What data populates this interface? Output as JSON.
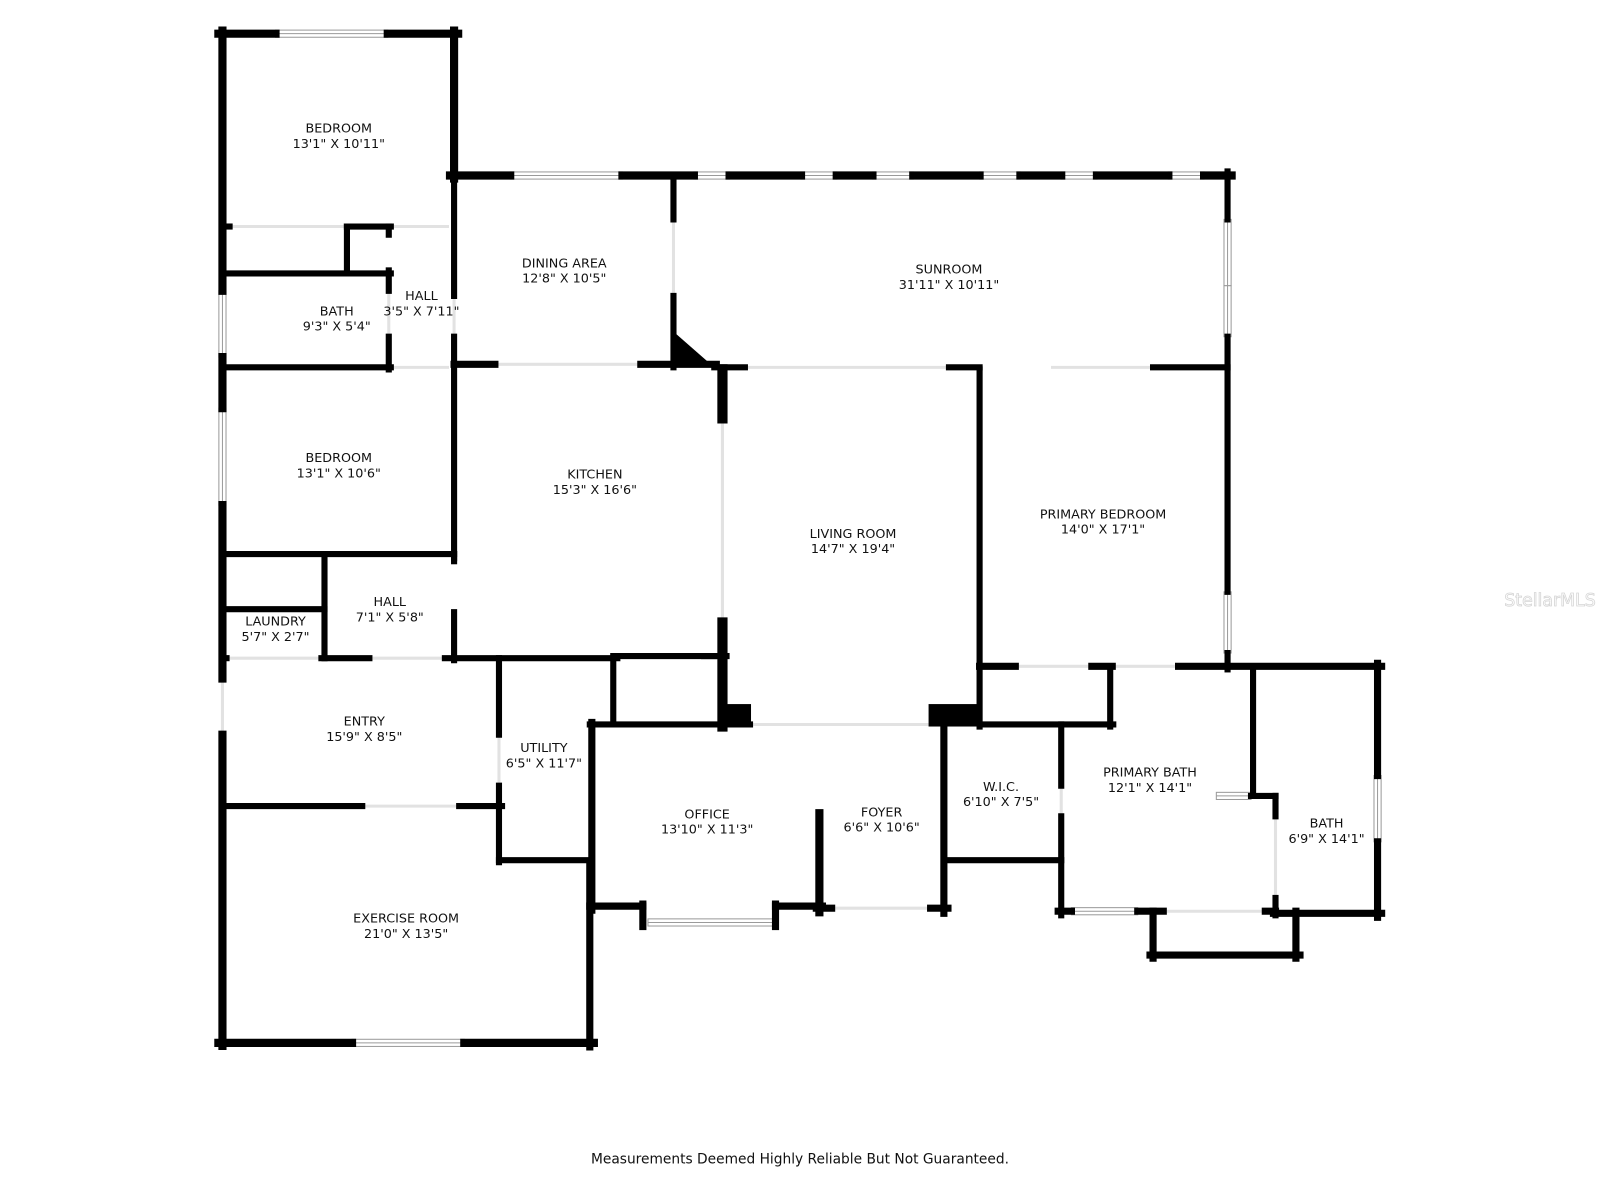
{
  "rooms": [
    {
      "name": "BEDROOM",
      "dims": "13'1\" X 10'11\""
    },
    {
      "name": "DINING AREA",
      "dims": "12'8\" X 10'5\""
    },
    {
      "name": "SUNROOM",
      "dims": "31'11\" X 10'11\""
    },
    {
      "name": "HALL",
      "dims": "3'5\" X 7'11\""
    },
    {
      "name": "BATH",
      "dims": "9'3\" X 5'4\""
    },
    {
      "name": "BEDROOM",
      "dims": "13'1\" X 10'6\""
    },
    {
      "name": "KITCHEN",
      "dims": "15'3\" X 16'6\""
    },
    {
      "name": "LIVING ROOM",
      "dims": "14'7\" X 19'4\""
    },
    {
      "name": "PRIMARY BEDROOM",
      "dims": "14'0\" X 17'1\""
    },
    {
      "name": "HALL",
      "dims": "7'1\" X 5'8\""
    },
    {
      "name": "LAUNDRY",
      "dims": "5'7\" X 2'7\""
    },
    {
      "name": "ENTRY",
      "dims": "15'9\" X 8'5\""
    },
    {
      "name": "UTILITY",
      "dims": "6'5\" X 11'7\""
    },
    {
      "name": "OFFICE",
      "dims": "13'10\" X 11'3\""
    },
    {
      "name": "FOYER",
      "dims": "6'6\" X 10'6\""
    },
    {
      "name": "W.I.C.",
      "dims": "6'10\" X 7'5\""
    },
    {
      "name": "PRIMARY BATH",
      "dims": "12'1\" X 14'1\""
    },
    {
      "name": "BATH",
      "dims": "6'9\" X 14'1\""
    },
    {
      "name": "EXERCISE ROOM",
      "dims": "21'0\" X 13'5\""
    }
  ],
  "watermark": "StellarMLS",
  "footer": "Measurements Deemed Highly Reliable But Not Guaranteed.",
  "colors": {
    "wall": "#000000",
    "window": "#9a9a9a",
    "background": "#ffffff"
  }
}
